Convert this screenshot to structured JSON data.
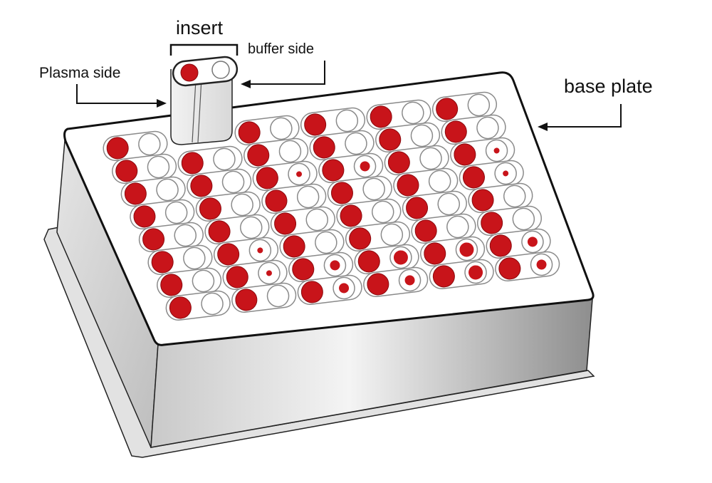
{
  "labels": {
    "insert": "insert",
    "buffer_side": "buffer side",
    "plasma_side": "Plasma side",
    "base_plate": "base plate"
  },
  "colors": {
    "plasma": "#c8141a",
    "outline": "#111111",
    "well_stroke": "#8a8a8a"
  },
  "plate": {
    "columns": 6,
    "rows": 8,
    "insert_position": {
      "column": 2,
      "row": 1
    },
    "buffer_dot_legend": [
      "empty",
      "small",
      "medium",
      "large"
    ],
    "buffer_dots_by_column": [
      [
        0,
        0,
        0,
        0,
        0,
        0,
        0,
        0
      ],
      [
        null,
        0,
        0,
        0,
        0,
        1,
        1,
        0
      ],
      [
        0,
        0,
        1,
        0,
        0,
        0,
        2,
        2
      ],
      [
        0,
        0,
        2,
        0,
        0,
        0,
        3,
        2
      ],
      [
        0,
        0,
        0,
        0,
        0,
        0,
        3,
        3
      ],
      [
        0,
        0,
        1,
        1,
        0,
        0,
        2,
        2
      ]
    ]
  }
}
